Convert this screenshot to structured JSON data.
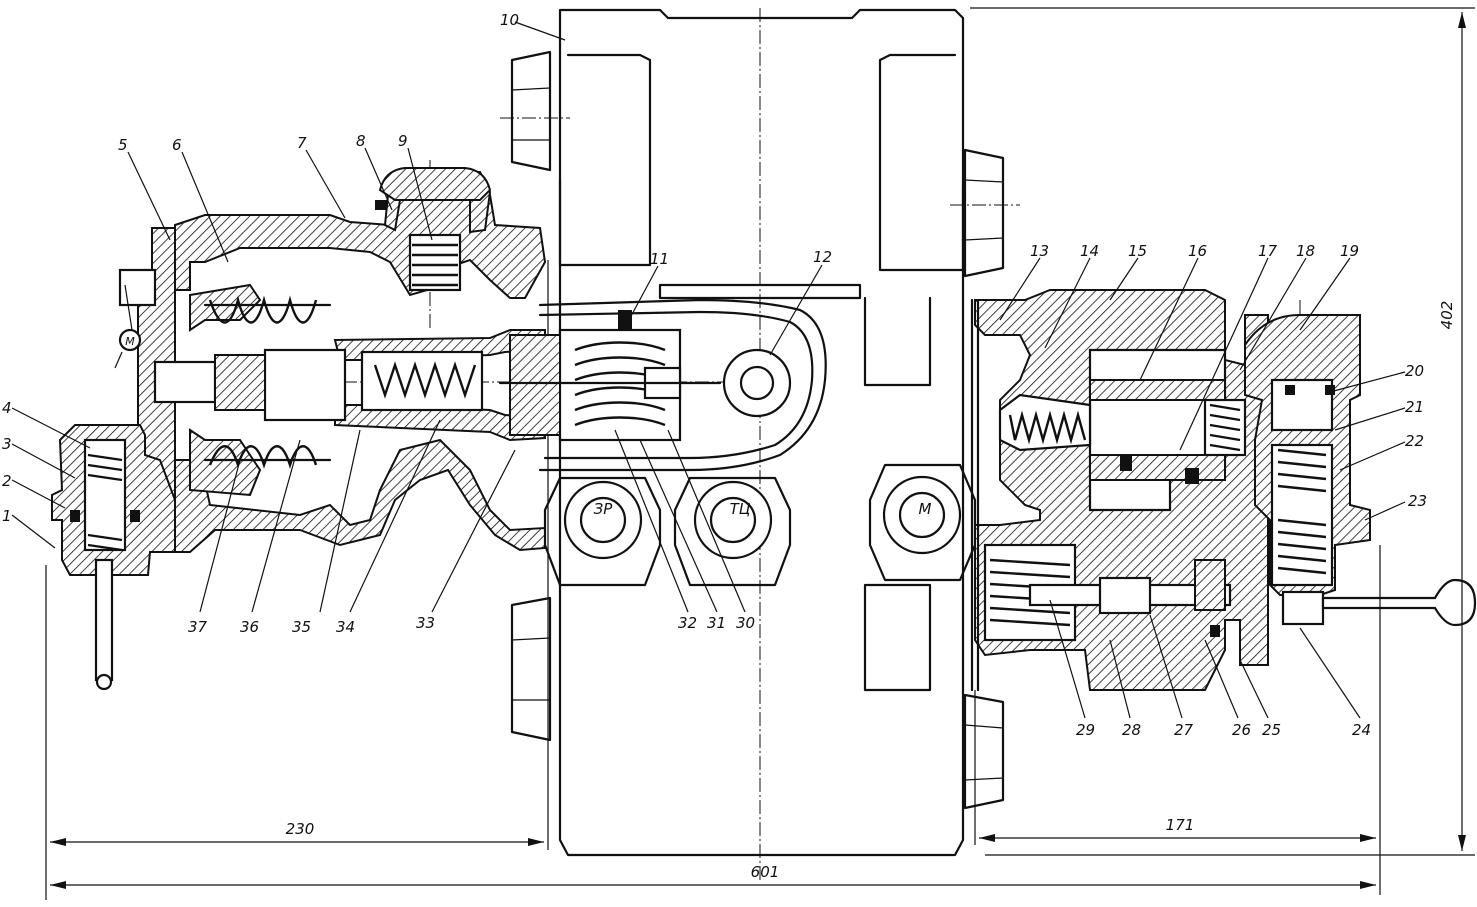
{
  "figure": {
    "part_labels": [
      "1",
      "2",
      "3",
      "4",
      "5",
      "6",
      "7",
      "8",
      "9",
      "10",
      "11",
      "12",
      "13",
      "14",
      "15",
      "16",
      "17",
      "18",
      "19",
      "20",
      "21",
      "22",
      "23",
      "24",
      "25",
      "26",
      "27",
      "28",
      "29",
      "30",
      "31",
      "32",
      "33",
      "34",
      "35",
      "36",
      "37"
    ],
    "port_labels": {
      "reservoir": "ЗР",
      "brake_cylinder": "ТЦ",
      "main_line": "М",
      "gauge": "М"
    },
    "dimensions": {
      "left": "230",
      "right": "171",
      "overall": "601",
      "height": "402"
    }
  }
}
